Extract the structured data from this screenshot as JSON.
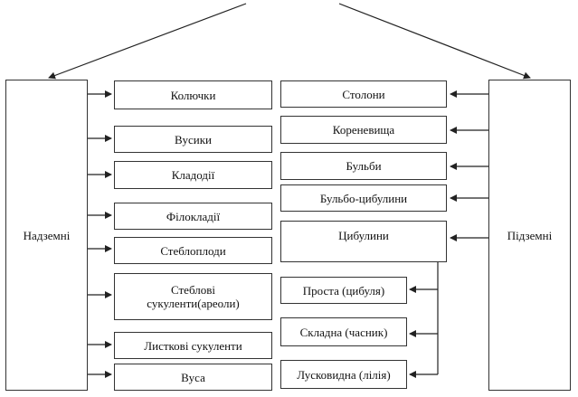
{
  "left": {
    "title": "Надземні",
    "items": [
      "Колючки",
      "Вусики",
      "Кладодії",
      "Філокладії",
      "Стеблоплоди",
      "Стеблові сукуленти(ареоли)",
      "Листкові сукуленти",
      "Вуса"
    ]
  },
  "right": {
    "title": "Підземні",
    "items": [
      "Столони",
      "Кореневища",
      "Бульби",
      "Бульбо-цибулини",
      "Цибулини"
    ]
  },
  "bulbs": {
    "items": [
      "Проста (цибуля)",
      "Складна (часник)",
      "Лусковидна (лілія)"
    ]
  }
}
